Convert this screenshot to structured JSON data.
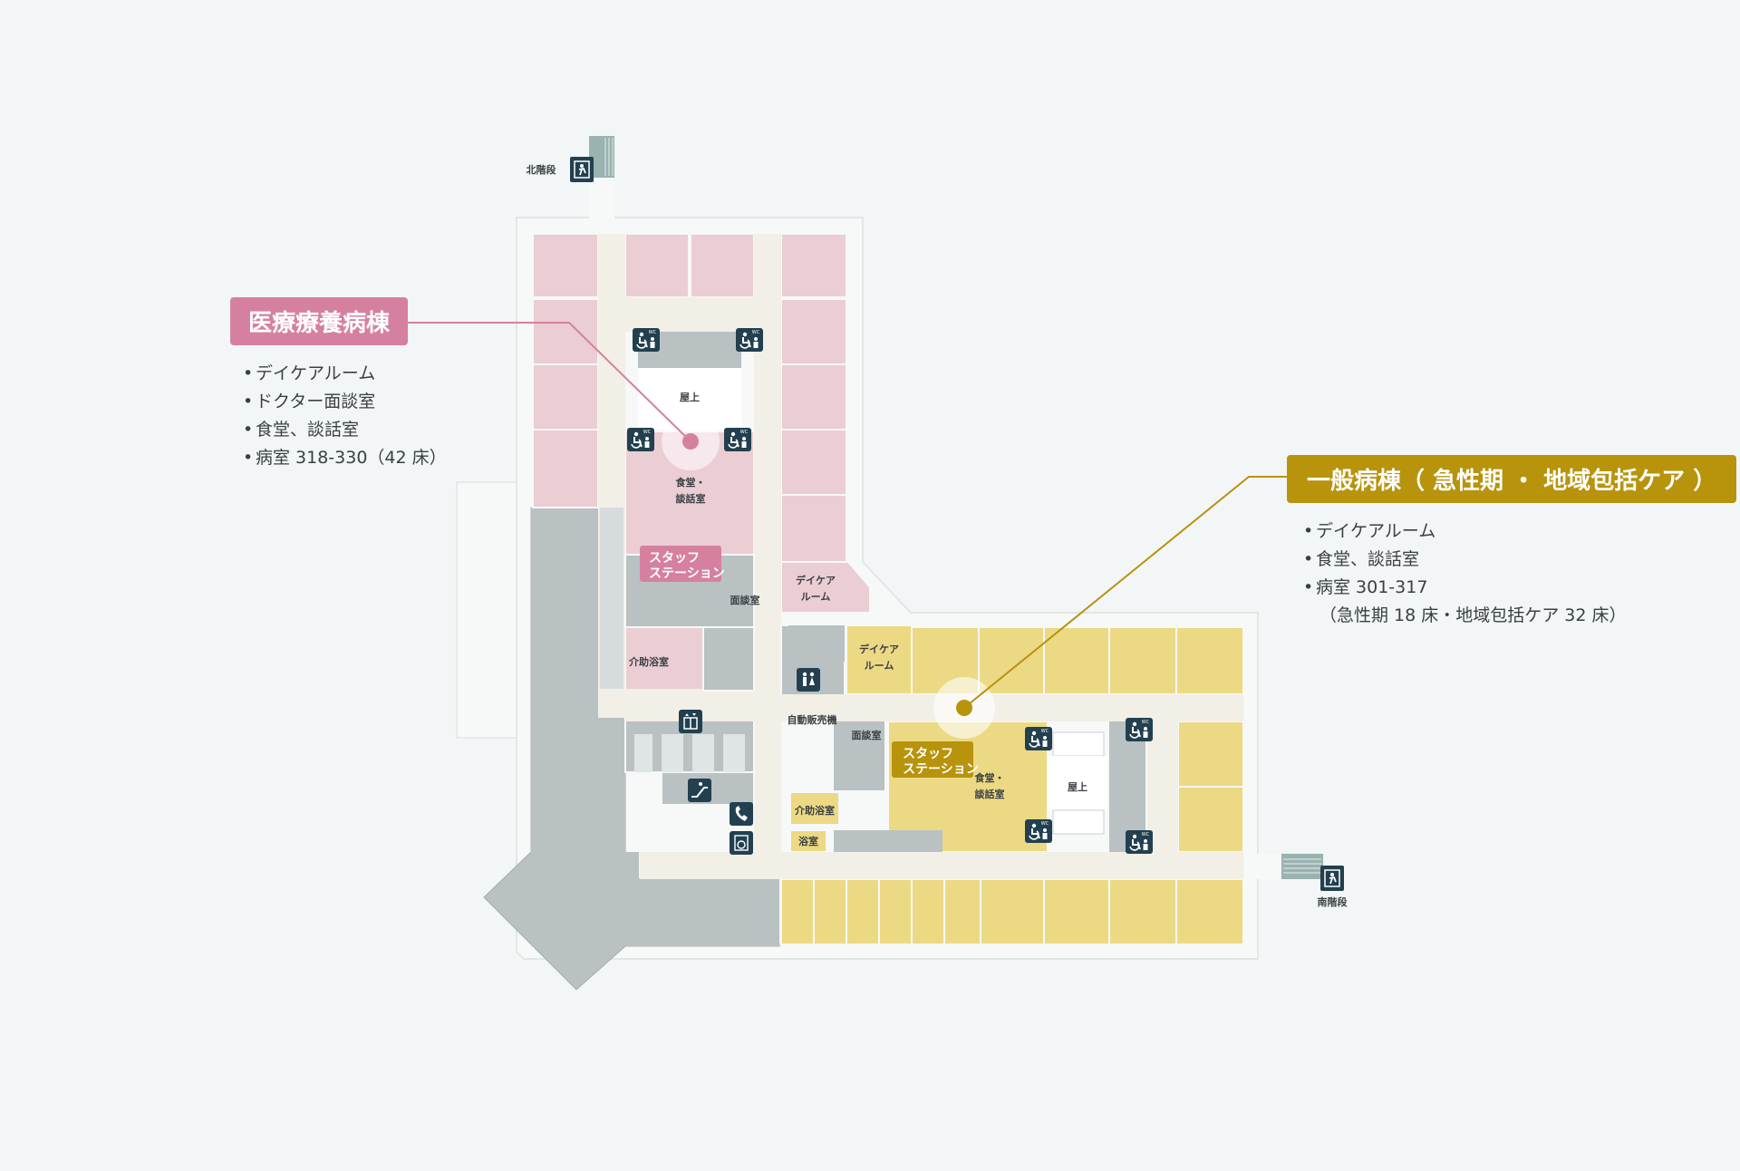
{
  "stairs": {
    "north": "北階段",
    "south": "南階段"
  },
  "rooms": {
    "rooftop_north": "屋上",
    "rooftop_south": "屋上",
    "dining_north": [
      "食堂・",
      "談話室"
    ],
    "dining_south": [
      "食堂・",
      "談話室"
    ],
    "consult_north": "面談室",
    "consult_south": "面談室",
    "daycare_north": [
      "デイケア",
      "ルーム"
    ],
    "daycare_south": [
      "デイケア",
      "ルーム"
    ],
    "bath_assist_north": "介助浴室",
    "bath_assist_south": "介助浴室",
    "bath_south": "浴室",
    "vending": "自動販売機"
  },
  "stations": {
    "north": [
      "スタッフ",
      "ステーション"
    ],
    "south": [
      "スタッフ",
      "ステーション"
    ]
  },
  "wards": {
    "medical": {
      "title": "医療療養病棟",
      "color": "#d6809f",
      "items": [
        "デイケアルーム",
        "ドクター面談室",
        "食堂、談話室",
        "病室 318-330（42 床）"
      ]
    },
    "general": {
      "title": "一般病棟（ 急性期 ・ 地域包括ケア ）",
      "color": "#b8930c",
      "items": [
        "デイケアルーム",
        "食堂、談話室",
        "病室 301-317"
      ],
      "note": "（急性期 18 床・地域包括ケア 32 床）"
    }
  },
  "colors": {
    "pink_zone": "#ebcdd4",
    "gold_zone": "#ecd984",
    "gray_zone": "#b9c1c3",
    "corridor": "#f2efe6",
    "icon": "#22404f"
  },
  "icons": [
    "accessible-toilet-icon",
    "elevator-icon",
    "escalator-icon",
    "toilet-icon",
    "phone-icon",
    "washing-machine-icon",
    "emergency-exit-icon"
  ]
}
